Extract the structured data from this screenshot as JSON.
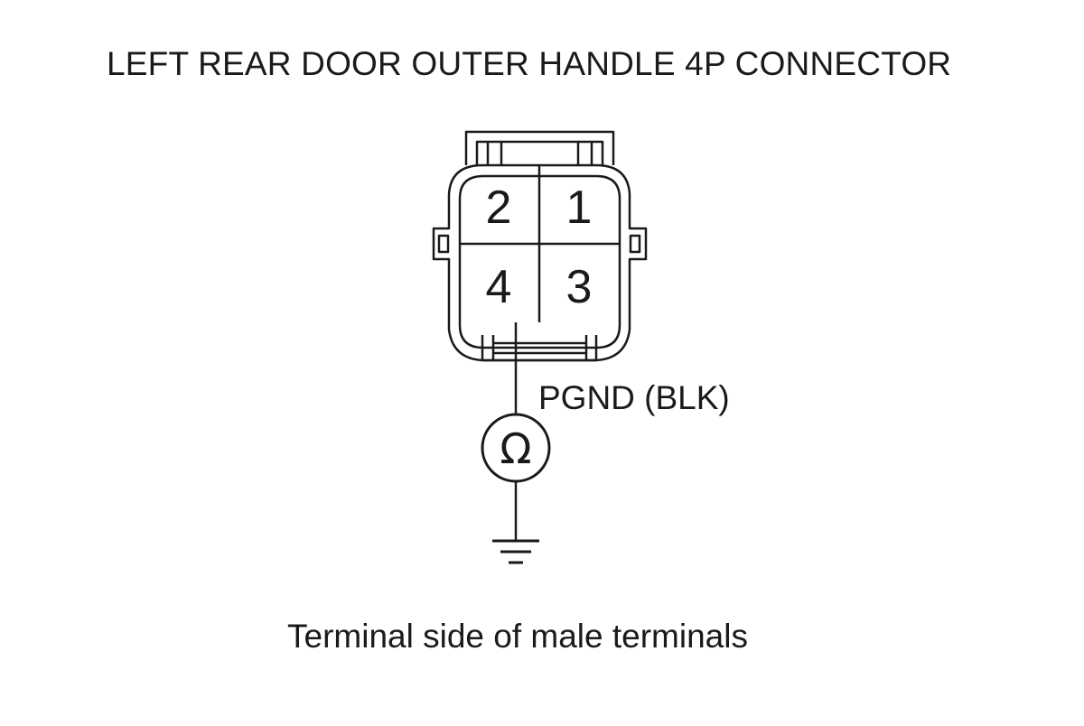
{
  "diagram": {
    "title": "LEFT REAR DOOR OUTER HANDLE 4P CONNECTOR",
    "caption": "Terminal side of male terminals",
    "wire_label": "PGND (BLK)",
    "terminals": [
      "2",
      "1",
      "4",
      "3"
    ],
    "meter_symbol": "Ω",
    "meter_icon": "ohmmeter-icon",
    "ground_icon": "ground-icon",
    "line_color": "#1a1a1a"
  }
}
